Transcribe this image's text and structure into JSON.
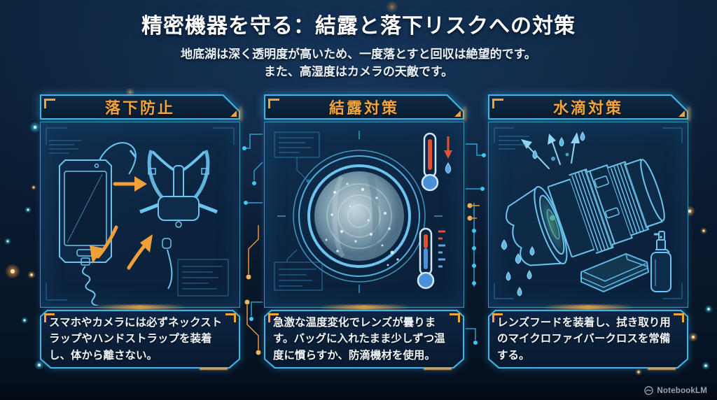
{
  "title": "精密機器を守る：結露と落下リスクへの対策",
  "subtitle_line1": "地底湖は深く透明度が高いため、一度落とすと回収は絶望的です。",
  "subtitle_line2": "また、高湿度はカメラの天敵です。",
  "panels": [
    {
      "header": "落下防止",
      "body": "スマホやカメラには必ずネックストラップやハンドストラップを装着し、体から離さない。",
      "illustration": "smartphone-harness-coiled-strap-illustration"
    },
    {
      "header": "結露対策",
      "body": "急激な温度変化でレンズが曇ります。バッグに入れたまま少しずつ温度に慣らすか、防滴機材を使用。",
      "illustration": "fogged-lens-thermometers-illustration"
    },
    {
      "header": "水滴対策",
      "body": "レンズフードを装着し、拭き取り用のマイクロファイバークロスを常備する。",
      "illustration": "lens-hood-droplets-cloth-spray-illustration"
    }
  ],
  "watermark": {
    "label": "NotebookLM",
    "icon": "notebooklm-logo-icon"
  },
  "colors": {
    "background": "#0a1b30",
    "accent_cyan": "#3cb6e8",
    "accent_orange": "#f2a43e",
    "header_text": "#f2a43e",
    "body_text": "#f1f6fb",
    "title_text": "#ffffff",
    "watermark_text": "#97a4b4"
  }
}
